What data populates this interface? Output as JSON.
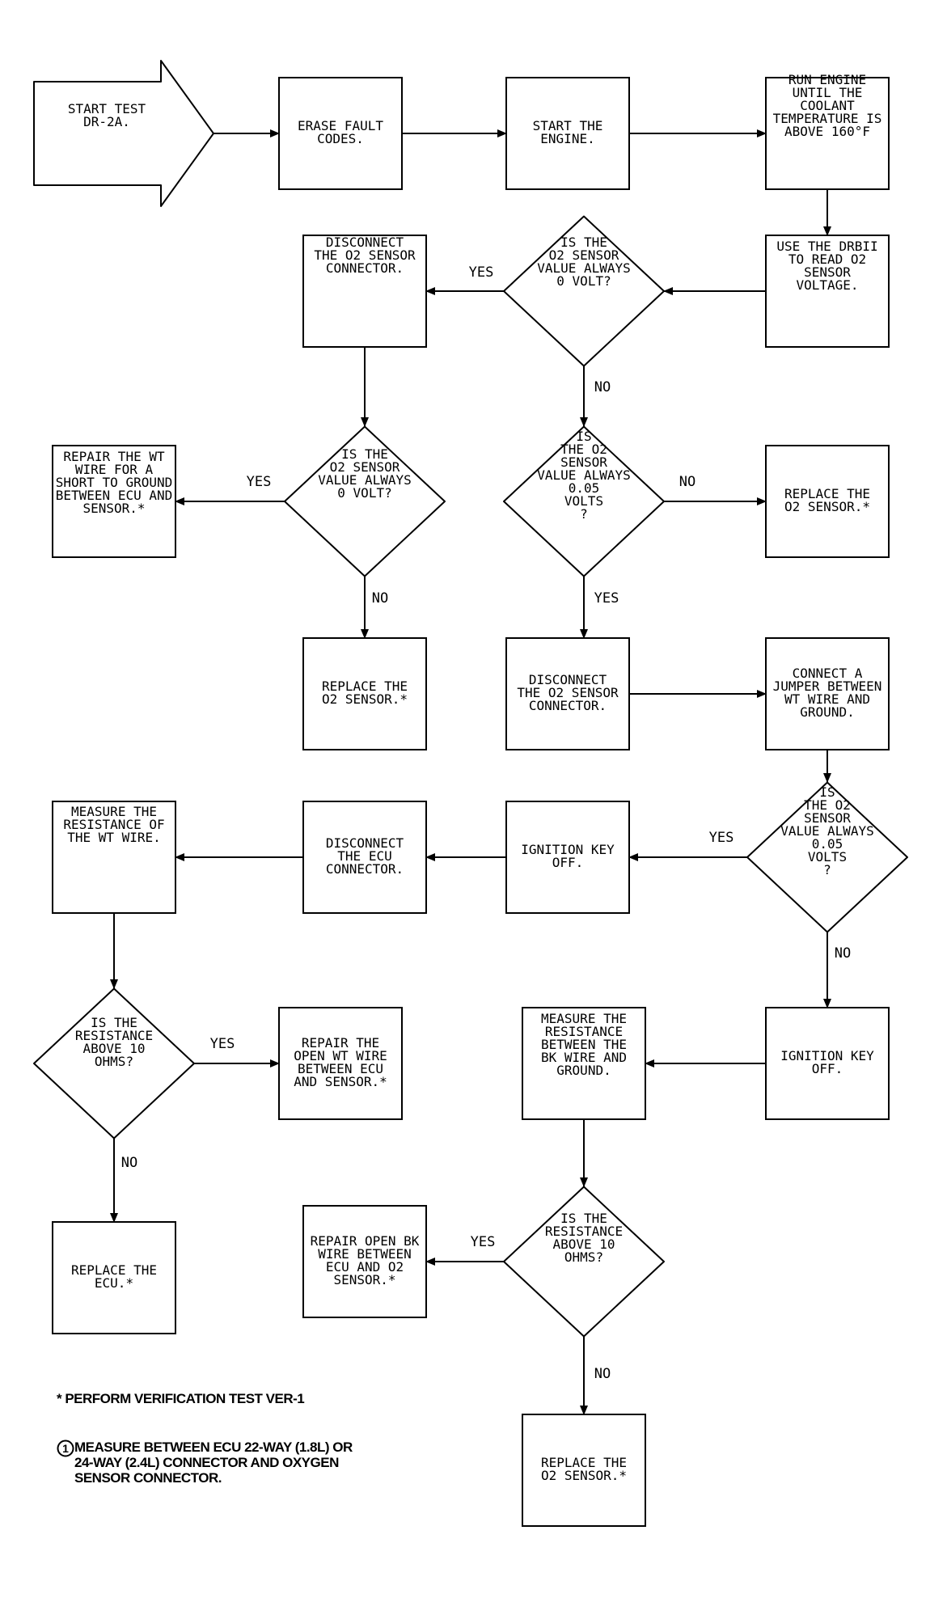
{
  "flow": {
    "start_test": [
      "START TEST",
      "DR-2A."
    ],
    "erase_codes": [
      "ERASE FAULT",
      "CODES."
    ],
    "start_engine": [
      "START THE",
      "ENGINE."
    ],
    "run_engine": [
      "RUN ENGINE",
      "UNTIL THE",
      "COOLANT",
      "TEMPERATURE IS",
      "ABOVE 160°F"
    ],
    "use_drbii": [
      "USE THE DRBII",
      "TO READ O2",
      "SENSOR",
      "VOLTAGE."
    ],
    "q_zero_volt_1": [
      "IS THE",
      "O2 SENSOR",
      "VALUE ALWAYS",
      "0 VOLT?"
    ],
    "disconnect_o2_1": [
      "DISCONNECT",
      "THE O2 SENSOR",
      "CONNECTOR."
    ],
    "q_zero_volt_2": [
      "IS THE",
      "O2 SENSOR",
      "VALUE ALWAYS",
      "0 VOLT?"
    ],
    "repair_short": [
      "REPAIR THE WT",
      "WIRE FOR A",
      "SHORT TO GROUND",
      "BETWEEN ECU AND",
      "SENSOR.*"
    ],
    "replace_o2_1": [
      "REPLACE THE",
      "O2 SENSOR.*"
    ],
    "q_005_1": [
      "IS",
      "THE O2",
      "SENSOR",
      "VALUE ALWAYS",
      "0.05",
      "VOLTS",
      "?"
    ],
    "replace_o2_2": [
      "REPLACE THE",
      "O2 SENSOR.*"
    ],
    "disconnect_o2_2": [
      "DISCONNECT",
      "THE O2 SENSOR",
      "CONNECTOR."
    ],
    "connect_jumper": [
      "CONNECT A",
      "JUMPER BETWEEN",
      "WT WIRE AND",
      "GROUND."
    ],
    "q_005_2": [
      "IS",
      "THE O2",
      "SENSOR",
      "VALUE ALWAYS",
      "0.05",
      "VOLTS",
      "?"
    ],
    "ign_off_1": [
      "IGNITION KEY",
      "OFF."
    ],
    "disconnect_ecu": [
      "DISCONNECT",
      "THE ECU",
      "CONNECTOR."
    ],
    "measure_wt": [
      "MEASURE THE",
      "RESISTANCE OF",
      "THE WT WIRE."
    ],
    "q_res_1": [
      "IS THE",
      "RESISTANCE",
      "ABOVE 10",
      "OHMS?"
    ],
    "repair_open_wt": [
      "REPAIR THE",
      "OPEN WT WIRE",
      "BETWEEN ECU",
      "AND SENSOR.*"
    ],
    "replace_ecu": [
      "REPLACE THE",
      "ECU.*"
    ],
    "ign_off_2": [
      "IGNITION KEY",
      "OFF."
    ],
    "measure_bk": [
      "MEASURE THE",
      "RESISTANCE",
      "BETWEEN THE",
      "BK WIRE AND",
      "GROUND."
    ],
    "q_res_2": [
      "IS THE",
      "RESISTANCE",
      "ABOVE 10",
      "OHMS?"
    ],
    "repair_open_bk": [
      "REPAIR OPEN BK",
      "WIRE BETWEEN",
      "ECU AND O2",
      "SENSOR.*"
    ],
    "replace_o2_3": [
      "REPLACE THE",
      "O2 SENSOR.*"
    ]
  },
  "branch_labels": {
    "yes": "YES",
    "no": "NO"
  },
  "footnotes": {
    "verification": "* PERFORM VERIFICATION TEST VER-1",
    "measure_badge": "1",
    "measure_lines": [
      "MEASURE BETWEEN ECU 22-WAY (1.8L) OR",
      "24-WAY (2.4L) CONNECTOR AND OXYGEN",
      "SENSOR CONNECTOR."
    ]
  }
}
